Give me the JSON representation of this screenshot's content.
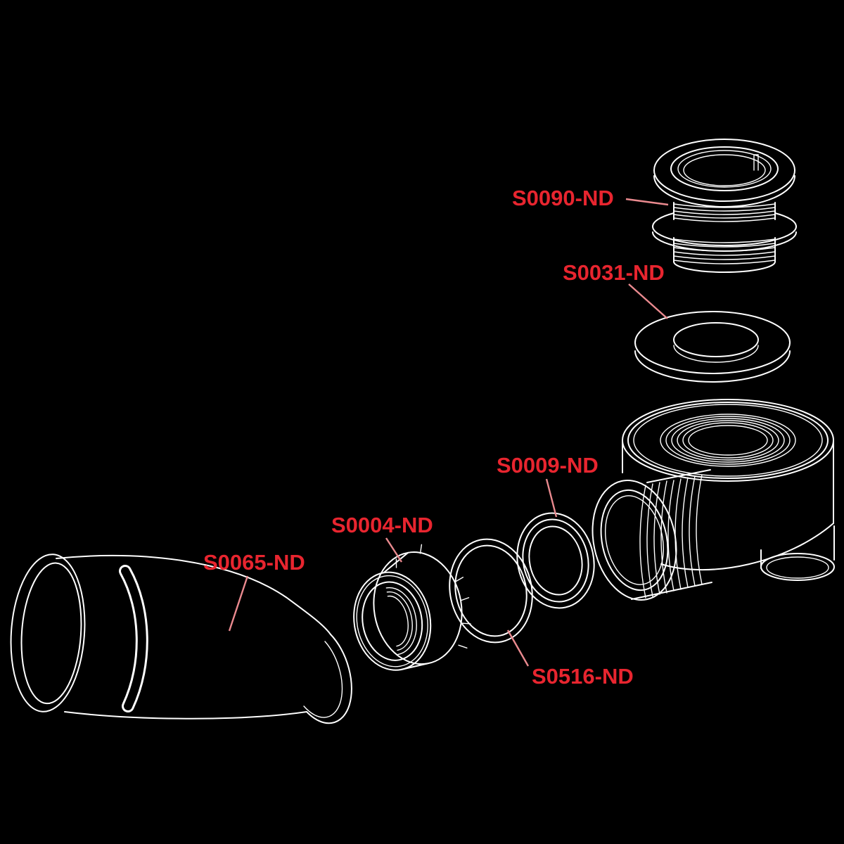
{
  "diagram": {
    "background_color": "#000000",
    "line_color": "#ffffff",
    "label_color": "#e8252f",
    "leader_color": "#ea8a8f",
    "labels": [
      {
        "id": "label-s0090",
        "text": "S0090-ND"
      },
      {
        "id": "label-s0031",
        "text": "S0031-ND"
      },
      {
        "id": "label-s0009",
        "text": "S0009-ND"
      },
      {
        "id": "label-s0004",
        "text": "S0004-ND"
      },
      {
        "id": "label-s0065",
        "text": "S0065-ND"
      },
      {
        "id": "label-s0516",
        "text": "S0516-ND"
      }
    ]
  }
}
